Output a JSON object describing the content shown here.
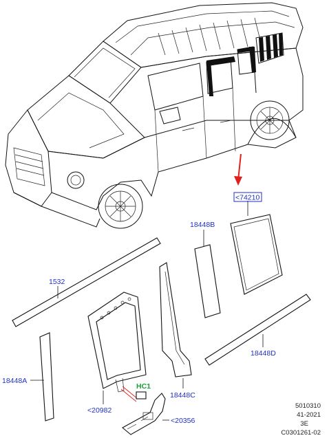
{
  "callouts": {
    "c74210": "<74210",
    "c18448B": "18448B",
    "c1532": "1532",
    "c18448D": "18448D",
    "c18448A": "18448A",
    "c18448C": "18448C",
    "c20982": "<20982",
    "c20356": "<20356",
    "cHC1": "HC1"
  },
  "reference": {
    "line1": "5010310",
    "line2": "41-2021",
    "line3": "3E",
    "line4": "C0301261-02"
  },
  "colors": {
    "callout_text": "#1f2fc8",
    "highlight_label": "#17a13a",
    "indicator_arrow": "#e02020",
    "highlight_lines": "#e02020"
  }
}
